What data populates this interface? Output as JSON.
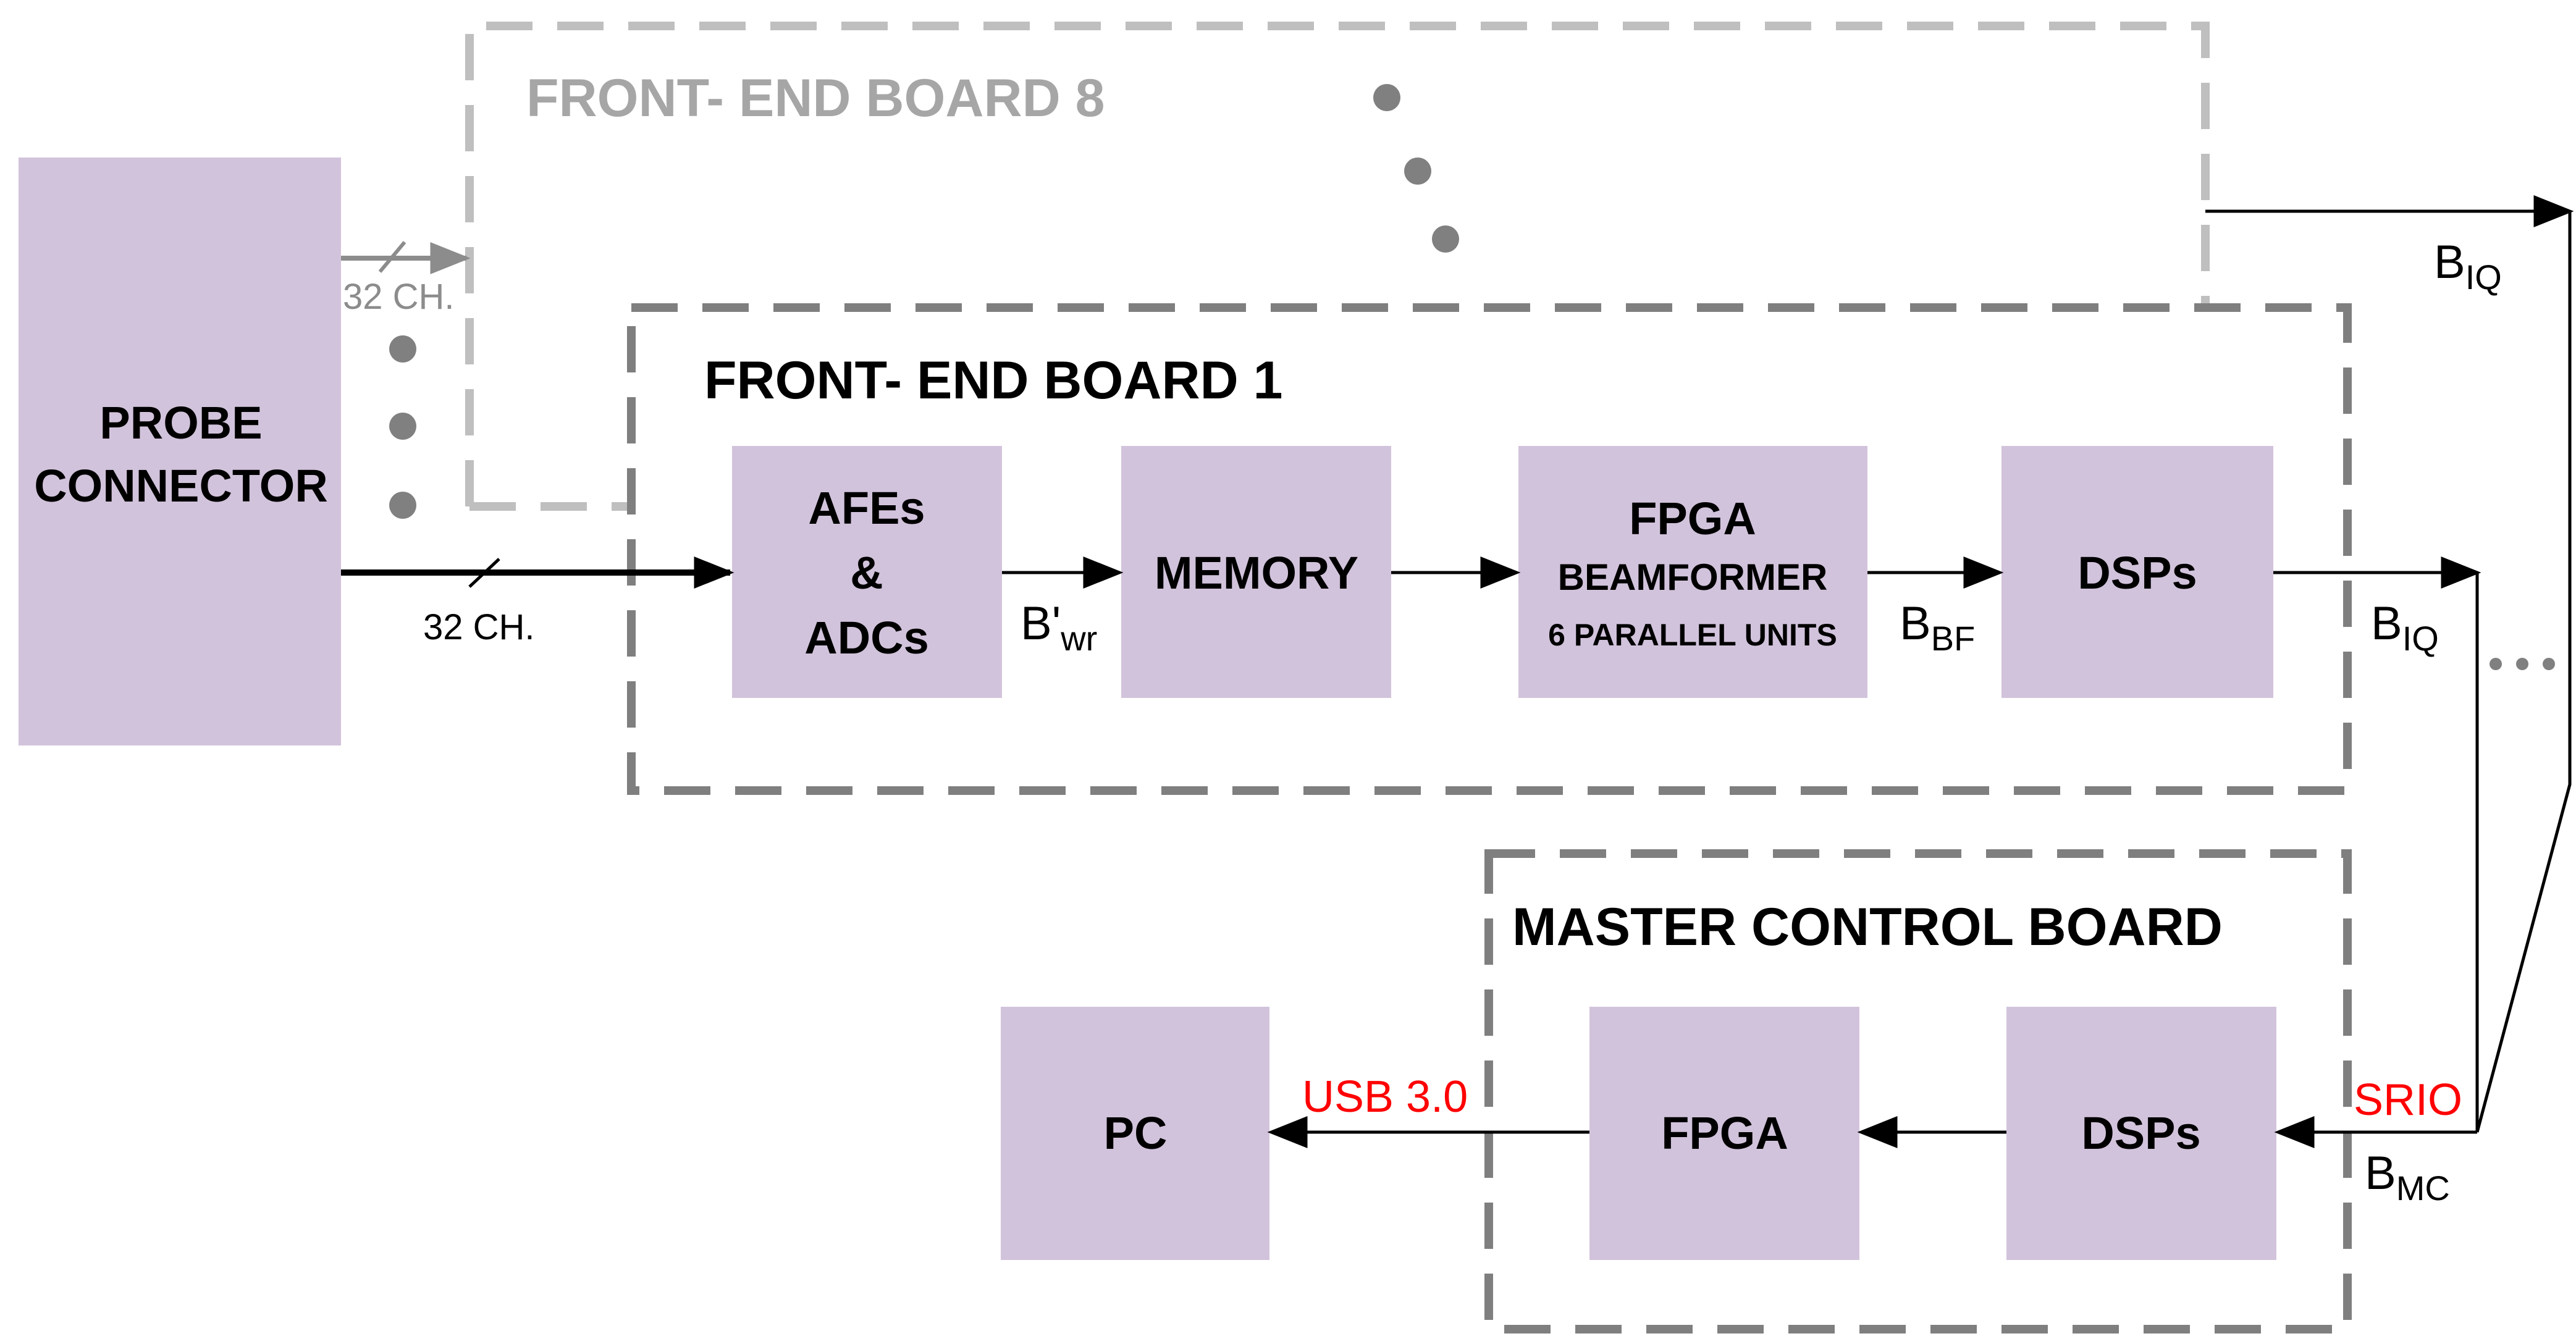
{
  "colors": {
    "block_fill": "#d2c3dc",
    "dashed_dark": "#7f7f7f",
    "dashed_light": "#bfbfbf",
    "dots_dark": "#808080",
    "line": "#000000",
    "light_arrow": "#8c8c8c",
    "red_label": "#ff0000"
  },
  "boards": {
    "fe8": "FRONT- END BOARD 8",
    "fe1": "FRONT- END BOARD 1",
    "mcb": "MASTER CONTROL BOARD"
  },
  "blocks": {
    "probe_line1": "PROBE",
    "probe_line2": "CONNECTOR",
    "afes_line1": "AFEs",
    "afes_line2": "&",
    "afes_line3": "ADCs",
    "memory": "MEMORY",
    "fpga_bf_line1": "FPGA",
    "fpga_bf_line2": "BEAMFORMER",
    "fpga_bf_line3": "6 PARALLEL UNITS",
    "dsps_fe": "DSPs",
    "pc": "PC",
    "fpga_mc": "FPGA",
    "dsps_mc": "DSPs"
  },
  "labels": {
    "ch_light": "32 CH.",
    "ch_dark": "32 CH.",
    "bwr_main": "B'",
    "bwr_sub": "wr",
    "bbf_main": "B",
    "bbf_sub": "BF",
    "biq1_main": "B",
    "biq1_sub": "IQ",
    "biq8_main": "B",
    "biq8_sub": "IQ",
    "bmc_main": "B",
    "bmc_sub": "MC",
    "srio": "SRIO",
    "usb": "USB 3.0"
  }
}
